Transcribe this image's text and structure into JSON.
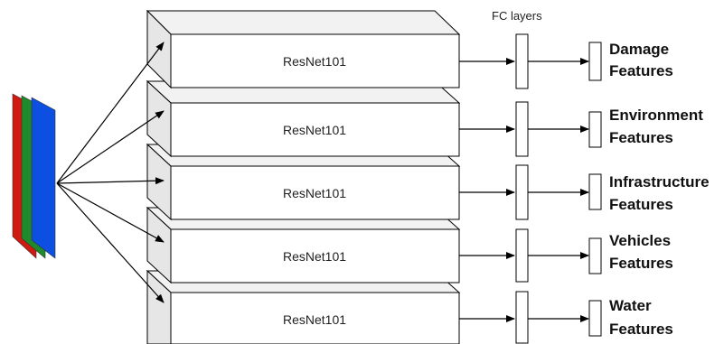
{
  "input_image": {
    "layer_colors": [
      "#d01a0f",
      "#1f8a2a",
      "#0d4fe0"
    ]
  },
  "block_label": "ResNet101",
  "fc_title": "FC layers",
  "branches": [
    {
      "label_line1": "Damage",
      "label_line2": "Features"
    },
    {
      "label_line1": "Environment",
      "label_line2": "Features"
    },
    {
      "label_line1": "Infrastructure",
      "label_line2": "Features"
    },
    {
      "label_line1": "Vehicles",
      "label_line2": "Features"
    },
    {
      "label_line1": "Water",
      "label_line2": "Features"
    }
  ],
  "colors": {
    "block_fill": "#ffffff",
    "block_side": "#e6e6e6",
    "block_top": "#f2f2f2",
    "stroke": "#000000"
  }
}
